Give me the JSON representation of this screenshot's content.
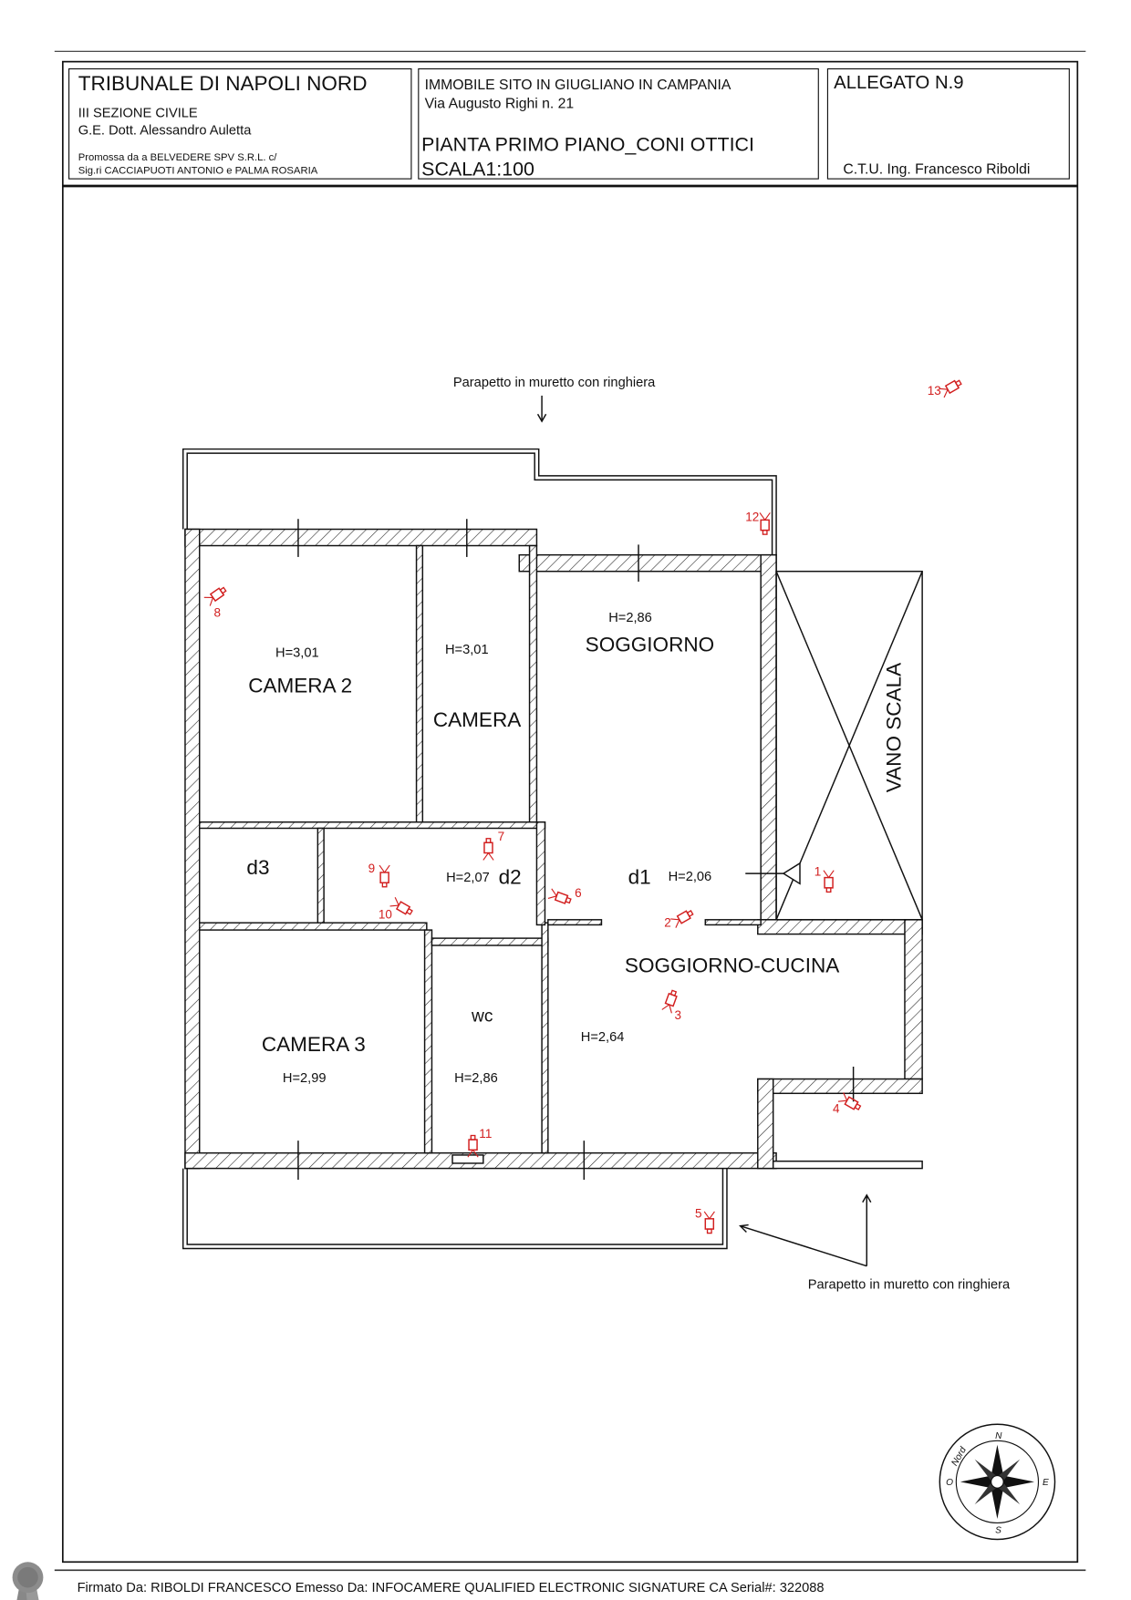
{
  "header": {
    "court": "TRIBUNALE DI NAPOLI NORD",
    "section": "III SEZIONE CIVILE",
    "judge": "G.E. Dott. Alessandro Auletta",
    "promoted_by": "Promossa da a BELVEDERE SPV S.R.L. c/",
    "parties": "Sig.ri CACCIAPUOTI ANTONIO e PALMA ROSARIA",
    "property": "IMMOBILE SITO IN GIUGLIANO IN CAMPANIA",
    "address": "Via Augusto Righi n. 21",
    "drawing_title": "PIANTA PRIMO PIANO_CONI OTTICI",
    "scale": "SCALA1:100",
    "attachment": "ALLEGATO N.9",
    "ctu": "C.T.U. Ing. Francesco Riboldi"
  },
  "plan": {
    "note_top": "Parapetto in muretto con ringhiera",
    "note_bottom": "Parapetto in muretto con ringhiera",
    "rooms": {
      "camera2": "CAMERA 2",
      "camera2_h": "H=3,01",
      "camera": "CAMERA",
      "camera_h": "H=3,01",
      "soggiorno": "SOGGIORNO",
      "soggiorno_h": "H=2,86",
      "vano_scala": "VANO SCALA",
      "d3": "d3",
      "d2": "d2",
      "d2_h": "H=2,07",
      "d1": "d1",
      "d1_h": "H=2,06",
      "cucina": "SOGGIORNO-CUCINA",
      "cucina_h": "H=2,64",
      "camera3": "CAMERA 3",
      "camera3_h": "H=2,99",
      "wc": "wc",
      "wc_h": "H=2,86"
    },
    "viewpoints": [
      "1",
      "2",
      "3",
      "4",
      "5",
      "6",
      "7",
      "8",
      "9",
      "10",
      "11",
      "12",
      "13"
    ],
    "viewpoint_color": "#d21e1e",
    "compass_labels": [
      "Nord",
      "N",
      "E",
      "S",
      "O"
    ]
  },
  "footer": {
    "signature": "Firmato Da: RIBOLDI FRANCESCO Emesso Da: INFOCAMERE QUALIFIED ELECTRONIC SIGNATURE CA Serial#: 322088"
  }
}
